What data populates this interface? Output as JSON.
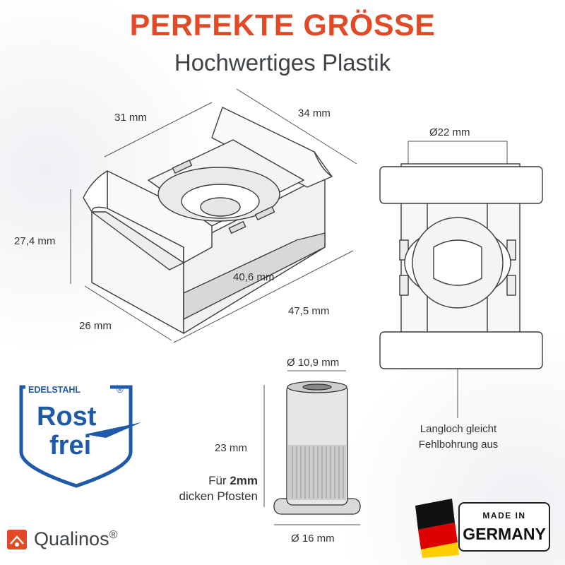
{
  "header": {
    "title": "PERFEKTE GRÖSSE",
    "subtitle": "Hochwertiges Plastik"
  },
  "main_part": {
    "dims": {
      "width_top": "31 mm",
      "length_top": "34 mm",
      "height": "27,4 mm",
      "inner_length": "40,6 mm",
      "base_width": "26 mm",
      "base_length": "47,5 mm",
      "hole_diameter": "Ø22 mm"
    },
    "note_line1": "Langloch gleicht",
    "note_line2": "Fehlbohrung aus"
  },
  "rivet_nut": {
    "top_diameter": "Ø 10,9 mm",
    "height": "23 mm",
    "flange_diameter": "Ø 16 mm",
    "wall_prefix": "Für ",
    "wall_bold": "2mm",
    "wall_suffix": "dicken Pfosten"
  },
  "badge": {
    "top_text": "EDELSTAHL",
    "registered": "®",
    "word1": "Rost",
    "word2": "frei"
  },
  "brand": {
    "name": "Qualinos",
    "registered": "®"
  },
  "made_in": {
    "line1": "MADE IN",
    "line2": "GERMANY"
  },
  "colors": {
    "accent": "#e04a27",
    "text": "#3e4347",
    "badge_blue": "#1e5aa8"
  }
}
